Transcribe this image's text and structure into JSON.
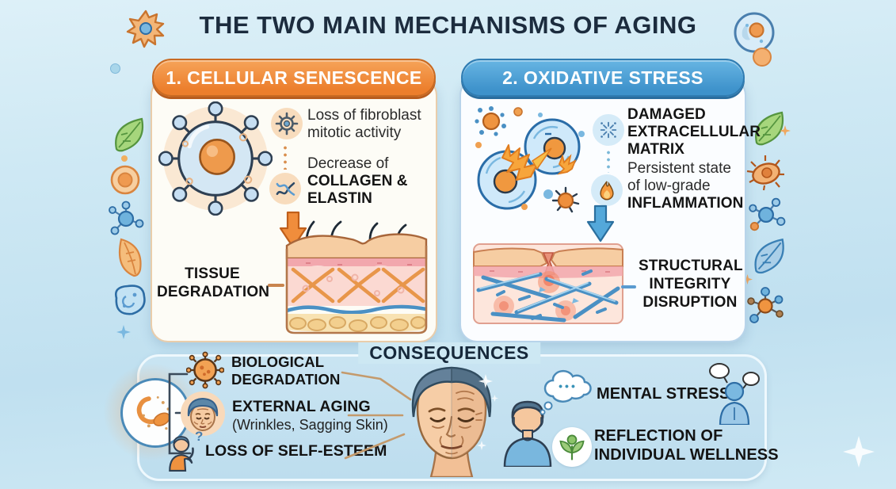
{
  "title": "THE TWO MAIN MECHANISMS OF AGING",
  "colors": {
    "accent_orange": "#ed7d2b",
    "accent_blue": "#4296cd",
    "background_blue": "#cfe9f4",
    "panel_white": "#fdfcf6",
    "text_dark": "#141414",
    "title_navy": "#1c2c3e",
    "connector_tan": "#c49a6c"
  },
  "left_panel": {
    "header": "1. CELLULAR SENESCENCE",
    "bullet1": {
      "line1": "Loss of fibroblast",
      "line2": "mitotic activity"
    },
    "bullet2": {
      "line1": "Decrease of",
      "line2": "COLLAGEN &",
      "line3": "ELASTIN"
    },
    "result": {
      "line1": "TISSUE",
      "line2": "DEGRADATION"
    }
  },
  "right_panel": {
    "header": "2. OXIDATIVE STRESS",
    "bullet1": {
      "line1": "DAMAGED",
      "line2": "EXTRACELLULAR",
      "line3": "MATRIX"
    },
    "bullet2": {
      "line1": "Persistent state",
      "line2": "of low-grade",
      "line3": "INFLAMMATION"
    },
    "result": {
      "line1": "STRUCTURAL",
      "line2": "INTEGRITY",
      "line3": "DISRUPTION"
    }
  },
  "consequences": {
    "title": "CONSEQUENCES",
    "biological": {
      "line1": "BIOLOGICAL",
      "line2": "DEGRADATION"
    },
    "external": {
      "line1": "EXTERNAL AGING",
      "line2": "(Wrinkles, Sagging Skin)"
    },
    "self_esteem": "LOSS OF SELF-ESTEEM",
    "question_mark": "?",
    "mental_stress": "MENTAL STRESS",
    "thought_dots": "•••",
    "reflection": {
      "line1": "REFLECTION OF",
      "line2": "INDIVIDUAL WELLNESS"
    }
  },
  "icons": {
    "senescent-cell-illustration": "blue cell with radiating spikes and orange nucleus",
    "cell-gear-icon": "gear in orange circle",
    "collagen-fibers-icon": "crossed wavy fibers in orange circle",
    "down-arrow-orange-icon": "orange downward arrow",
    "skin-cross-section-illustration": "healthy skin layers with collagen mesh",
    "oxidative-cells-illustration": "cells attacked by free radicals with starbursts",
    "damaged-matrix-icon": "fragmented mesh in blue circle",
    "flame-icon": "flame in blue circle",
    "down-arrow-blue-icon": "blue downward arrow",
    "damaged-skin-illustration": "skin with broken blue fibers and red inflammation",
    "petri-cell-icon": "cell culture dish with orange organelles",
    "virus-icon": "spiked orange microbe",
    "aged-face-icon": "wrinkled face in circle",
    "person-question-icon": "person touching head with question mark",
    "aging-face-illustration": "woman face half young half aged",
    "person-bust-illustration": "man bust",
    "thought-bubble-icon": "cloud thought bubble with dots",
    "person-speech-icon": "person with speech bubbles",
    "plant-icon": "sprout with two leaves in white circle",
    "leaf-icon": "leaf",
    "molecule-icon": "molecule with satellites",
    "bacteria-icon": "spiked microbe",
    "sparkle-icon": "four point star"
  }
}
